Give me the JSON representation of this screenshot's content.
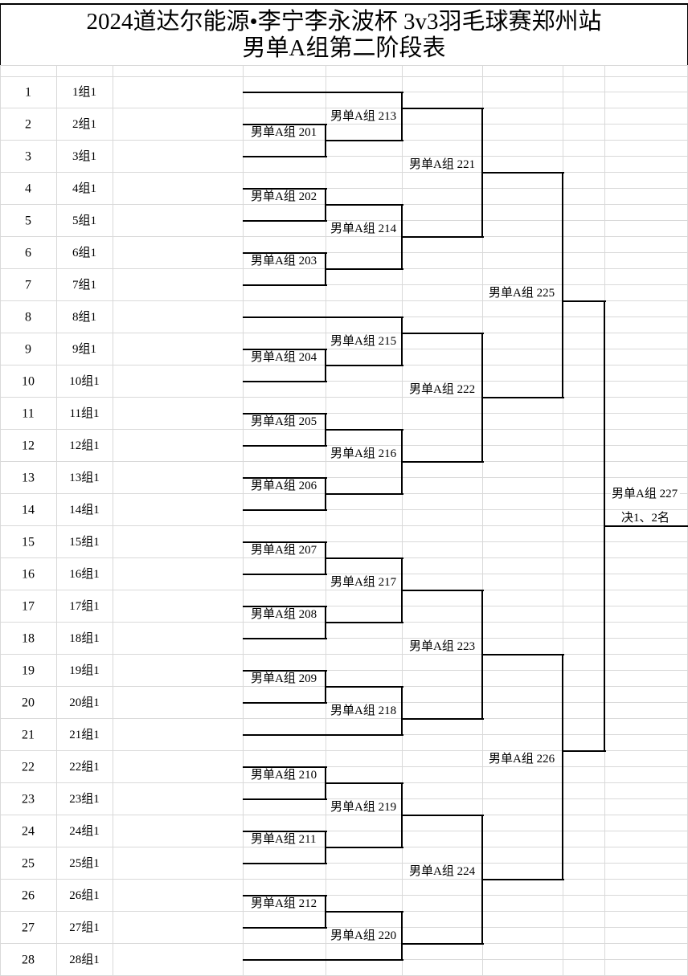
{
  "title": {
    "line1": "2024道达尔能源•李宁李永波杯 3v3羽毛球赛郑州站",
    "line2": "男单A组第二阶段表"
  },
  "rows": [
    {
      "num": "1",
      "seed": "1组1"
    },
    {
      "num": "2",
      "seed": "2组1"
    },
    {
      "num": "3",
      "seed": "3组1"
    },
    {
      "num": "4",
      "seed": "4组1"
    },
    {
      "num": "5",
      "seed": "5组1"
    },
    {
      "num": "6",
      "seed": "6组1"
    },
    {
      "num": "7",
      "seed": "7组1"
    },
    {
      "num": "8",
      "seed": "8组1"
    },
    {
      "num": "9",
      "seed": "9组1"
    },
    {
      "num": "10",
      "seed": "10组1"
    },
    {
      "num": "11",
      "seed": "11组1"
    },
    {
      "num": "12",
      "seed": "12组1"
    },
    {
      "num": "13",
      "seed": "13组1"
    },
    {
      "num": "14",
      "seed": "14组1"
    },
    {
      "num": "15",
      "seed": "15组1"
    },
    {
      "num": "16",
      "seed": "16组1"
    },
    {
      "num": "17",
      "seed": "17组1"
    },
    {
      "num": "18",
      "seed": "18组1"
    },
    {
      "num": "19",
      "seed": "19组1"
    },
    {
      "num": "20",
      "seed": "20组1"
    },
    {
      "num": "21",
      "seed": "21组1"
    },
    {
      "num": "22",
      "seed": "22组1"
    },
    {
      "num": "23",
      "seed": "23组1"
    },
    {
      "num": "24",
      "seed": "24组1"
    },
    {
      "num": "25",
      "seed": "25组1"
    },
    {
      "num": "26",
      "seed": "26组1"
    },
    {
      "num": "27",
      "seed": "27组1"
    },
    {
      "num": "28",
      "seed": "28组1"
    }
  ],
  "rounds": {
    "r1": [
      "男单A组 201",
      "男单A组 202",
      "男单A组 203",
      "男单A组 204",
      "男单A组 205",
      "男单A组 206",
      "男单A组 207",
      "男单A组 208",
      "男单A组 209",
      "男单A组 210",
      "男单A组 211",
      "男单A组 212"
    ],
    "r2": [
      "男单A组 213",
      "男单A组 214",
      "男单A组 215",
      "男单A组 216",
      "男单A组 217",
      "男单A组 218",
      "男单A组 219",
      "男单A组 220"
    ],
    "r3": [
      "男单A组 221",
      "男单A组 222",
      "男单A组 223",
      "男单A组 224"
    ],
    "r4": [
      "男单A组 225",
      "男单A组 226"
    ],
    "final": {
      "label": "男单A组 227",
      "note": "决1、2名"
    }
  },
  "colors": {
    "gridline": "#d9d9d9",
    "bracket_line": "#000000",
    "text": "#000000",
    "background": "#ffffff"
  }
}
